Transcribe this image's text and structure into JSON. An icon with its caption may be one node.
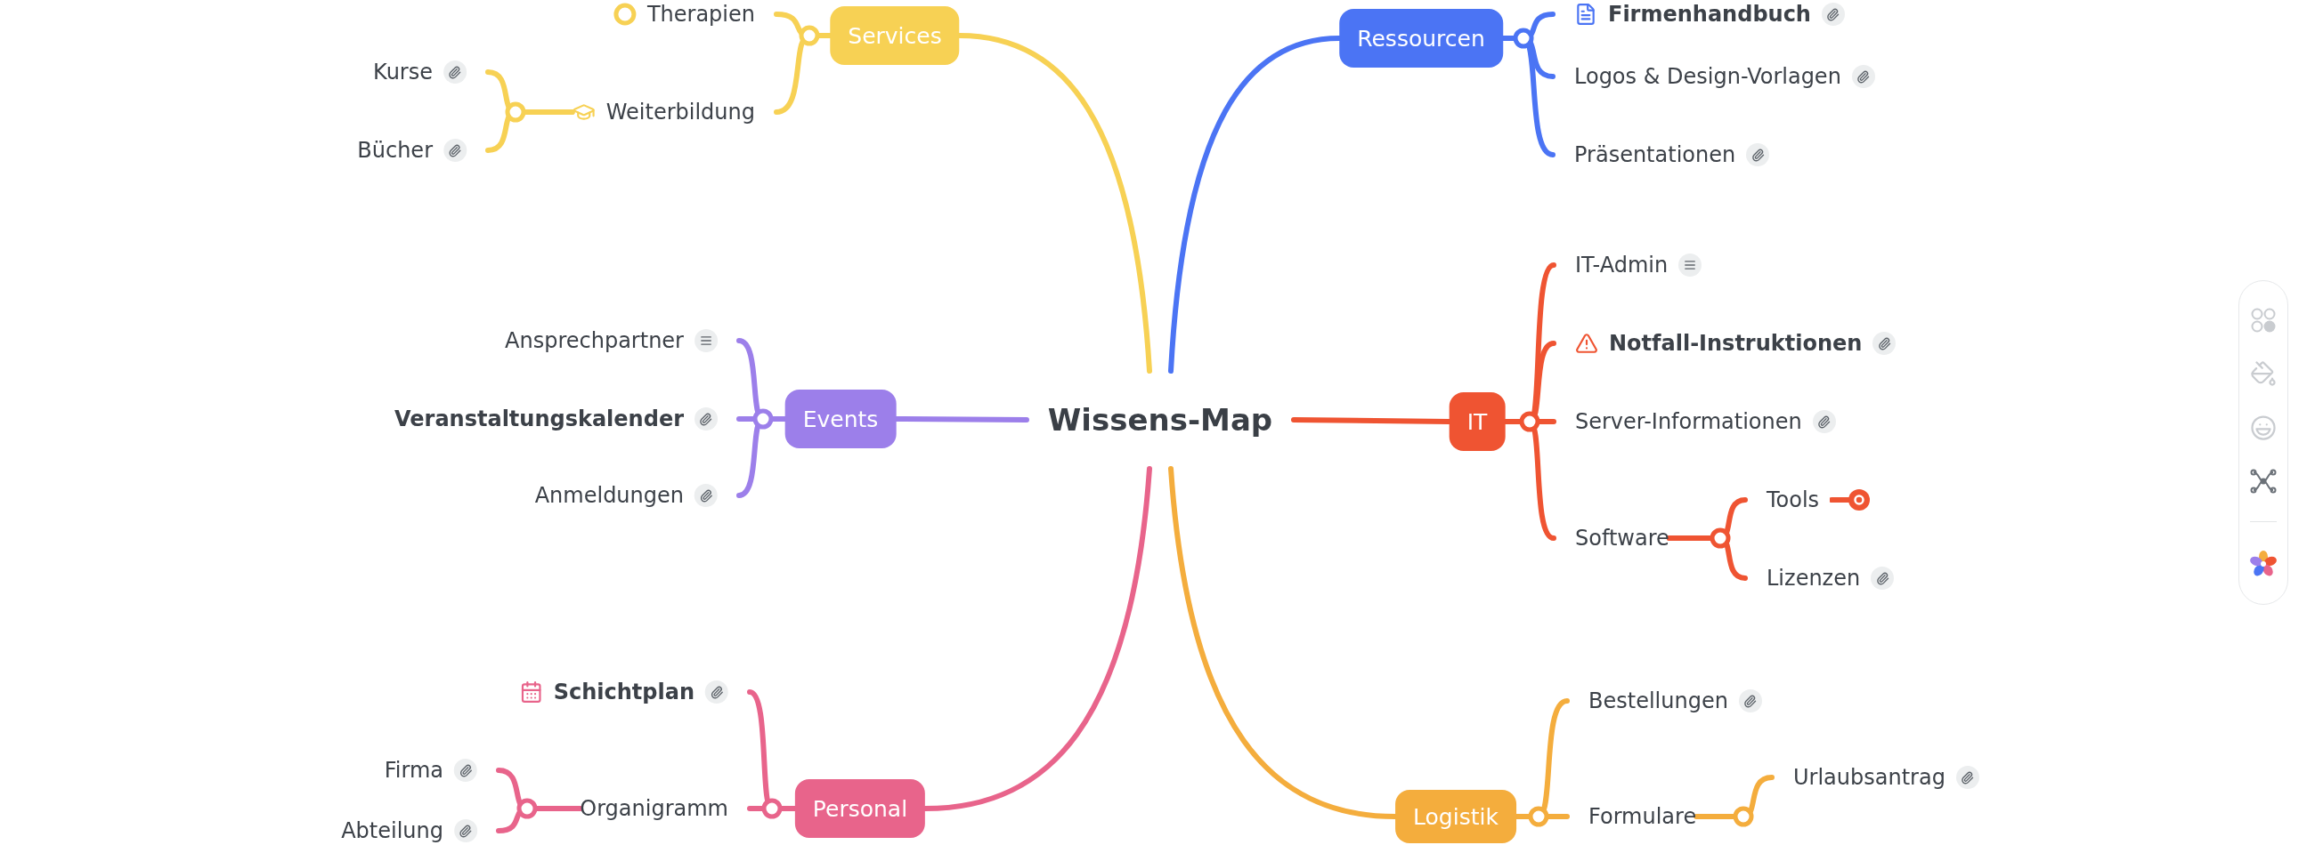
{
  "diagram": {
    "nodes": [
      {
        "text": [
          "Wissens-Map"
        ]
      },
      {
        "text": [
          "Services"
        ]
      },
      {
        "text": [
          "Therapien"
        ]
      },
      {
        "text": [
          "Weiterbildung"
        ]
      },
      {
        "text": [
          "Kurse"
        ]
      },
      {
        "text": [
          "Bücher"
        ]
      },
      {
        "text": [
          "Ressourcen"
        ]
      },
      {
        "text": [
          "Firmenhandbuch"
        ]
      },
      {
        "text": [
          "Logos & Design-Vorlagen"
        ]
      },
      {
        "text": [
          "Präsentationen"
        ]
      },
      {
        "text": [
          "Events"
        ]
      },
      {
        "text": [
          "Ansprechpartner"
        ]
      },
      {
        "text": [
          "Veranstaltungskalender"
        ]
      },
      {
        "text": [
          "Anmeldungen"
        ]
      },
      {
        "text": [
          "IT"
        ]
      },
      {
        "text": [
          "IT-Admin"
        ]
      },
      {
        "text": [
          "Notfall-Instruktionen"
        ]
      },
      {
        "text": [
          "Server-Informationen"
        ]
      },
      {
        "text": [
          "Software"
        ]
      },
      {
        "text": [
          "Tools"
        ]
      },
      {
        "text": [
          "Lizenzen"
        ]
      },
      {
        "text": [
          "Personal"
        ]
      },
      {
        "text": [
          "Schichtplan"
        ]
      },
      {
        "text": [
          "Organigramm"
        ]
      },
      {
        "text": [
          "Firma"
        ]
      },
      {
        "text": [
          "Abteilung"
        ]
      },
      {
        "text": [
          "Logistik"
        ]
      },
      {
        "text": [
          "Bestellungen"
        ]
      },
      {
        "text": [
          "Formulare"
        ]
      },
      {
        "text": [
          "Urlaubsantrag"
        ]
      }
    ],
    "edges": [
      {
        "from": 0,
        "to": 1,
        "arrow": "none",
        "color": "#f7d154"
      },
      {
        "from": 1,
        "to": 2,
        "arrow": "none",
        "color": "#f7d154"
      },
      {
        "from": 1,
        "to": 3,
        "arrow": "none",
        "color": "#f7d154"
      },
      {
        "from": 3,
        "to": 4,
        "arrow": "none",
        "color": "#f7d154"
      },
      {
        "from": 3,
        "to": 5,
        "arrow": "none",
        "color": "#f7d154"
      },
      {
        "from": 0,
        "to": 6,
        "arrow": "none",
        "color": "#4b74f4"
      },
      {
        "from": 6,
        "to": 7,
        "arrow": "none",
        "color": "#4b74f4"
      },
      {
        "from": 6,
        "to": 8,
        "arrow": "none",
        "color": "#4b74f4"
      },
      {
        "from": 6,
        "to": 9,
        "arrow": "none",
        "color": "#4b74f4"
      },
      {
        "from": 0,
        "to": 10,
        "arrow": "none",
        "color": "#9c7fea"
      },
      {
        "from": 10,
        "to": 11,
        "arrow": "none",
        "color": "#9c7fea"
      },
      {
        "from": 10,
        "to": 12,
        "arrow": "none",
        "color": "#9c7fea"
      },
      {
        "from": 10,
        "to": 13,
        "arrow": "none",
        "color": "#9c7fea"
      },
      {
        "from": 0,
        "to": 14,
        "arrow": "none",
        "color": "#ef5432"
      },
      {
        "from": 14,
        "to": 15,
        "arrow": "none",
        "color": "#ef5432"
      },
      {
        "from": 14,
        "to": 16,
        "arrow": "none",
        "color": "#ef5432"
      },
      {
        "from": 14,
        "to": 17,
        "arrow": "none",
        "color": "#ef5432"
      },
      {
        "from": 14,
        "to": 18,
        "arrow": "none",
        "color": "#ef5432"
      },
      {
        "from": 18,
        "to": 19,
        "arrow": "none",
        "color": "#ef5432"
      },
      {
        "from": 18,
        "to": 20,
        "arrow": "none",
        "color": "#ef5432"
      },
      {
        "from": 0,
        "to": 21,
        "arrow": "none",
        "color": "#e8648b"
      },
      {
        "from": 21,
        "to": 22,
        "arrow": "none",
        "color": "#e8648b"
      },
      {
        "from": 21,
        "to": 23,
        "arrow": "none",
        "color": "#e8648b"
      },
      {
        "from": 23,
        "to": 24,
        "arrow": "none",
        "color": "#e8648b"
      },
      {
        "from": 23,
        "to": 25,
        "arrow": "none",
        "color": "#e8648b"
      },
      {
        "from": 0,
        "to": 26,
        "arrow": "none",
        "color": "#f4ad3d"
      },
      {
        "from": 26,
        "to": 27,
        "arrow": "none",
        "color": "#f4ad3d"
      },
      {
        "from": 26,
        "to": 28,
        "arrow": "none",
        "color": "#f4ad3d"
      },
      {
        "from": 28,
        "to": 29,
        "arrow": "none",
        "color": "#f4ad3d"
      }
    ]
  }
}
